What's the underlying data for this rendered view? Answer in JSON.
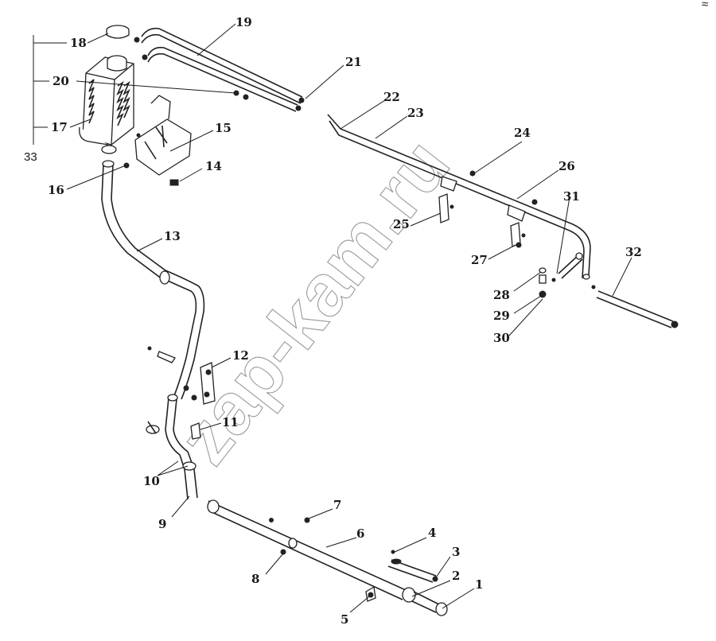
{
  "diagram": {
    "watermark": "zap-kam.ru",
    "corner_mark": "≈",
    "labels": [
      "1",
      "2",
      "3",
      "4",
      "5",
      "6",
      "7",
      "8",
      "9",
      "10",
      "11",
      "12",
      "13",
      "14",
      "15",
      "16",
      "17",
      "18",
      "19",
      "20",
      "21",
      "22",
      "23",
      "24",
      "25",
      "26",
      "27",
      "28",
      "29",
      "30",
      "31",
      "32",
      "33"
    ]
  }
}
